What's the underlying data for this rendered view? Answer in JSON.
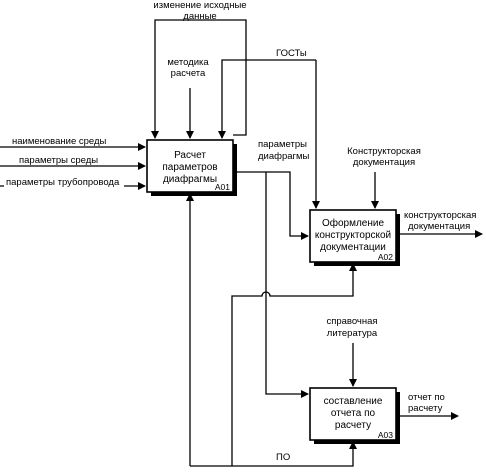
{
  "boxes": {
    "a01": {
      "lines": [
        "Расчет",
        "параметров",
        "диафрагмы"
      ],
      "id": "A01"
    },
    "a02": {
      "lines": [
        "Оформление",
        "конструкторской",
        "документации"
      ],
      "id": "A02"
    },
    "a03": {
      "lines": [
        "составление",
        "отчета по",
        "расчету"
      ],
      "id": "A03"
    }
  },
  "inputs": {
    "medium_name": "наименование среды",
    "medium_params": "параметры среды",
    "pipeline_params": "параметры трубопровода"
  },
  "controls": {
    "initial_data_change": [
      "изменение исходные",
      "данные"
    ],
    "calc_method": [
      "методика",
      "расчета"
    ],
    "gosts": "ГОСТы",
    "design_docs_control": [
      "Конструкторская",
      "документация"
    ],
    "reference_literature": [
      "справочная",
      "литература"
    ]
  },
  "outputs": {
    "diaphragm_params": [
      "параметры",
      "диафрагмы"
    ],
    "design_docs_out": [
      "конструкторская",
      "документация"
    ],
    "calc_report": [
      "отчет по",
      "расчету"
    ]
  },
  "mechanisms": {
    "software": "ПО"
  }
}
